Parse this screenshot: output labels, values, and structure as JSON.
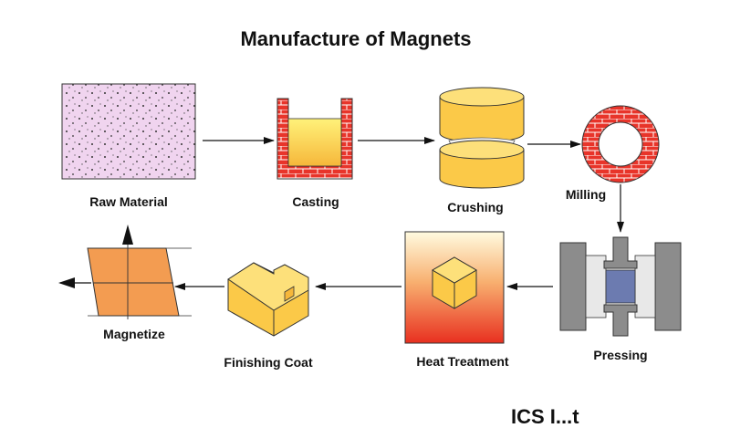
{
  "title": "Manufacture of Magnets",
  "steps": [
    {
      "label": "Raw Material"
    },
    {
      "label": "Casting"
    },
    {
      "label": "Crushing"
    },
    {
      "label": "Milling"
    },
    {
      "label": "Pressing"
    },
    {
      "label": "Heat Treatment"
    },
    {
      "label": "Finishing Coat"
    },
    {
      "label": "Magnetize"
    }
  ],
  "footer_text": "ICS I...t",
  "colors": {
    "raw_material_fill": "#f0d4ef",
    "brick_red": "#e8342a",
    "casting_fill": "#fbd84a",
    "crushing_fill": "#fbc948",
    "magnetize_fill": "#f39c51",
    "press_gray": "#8c8c8c"
  }
}
